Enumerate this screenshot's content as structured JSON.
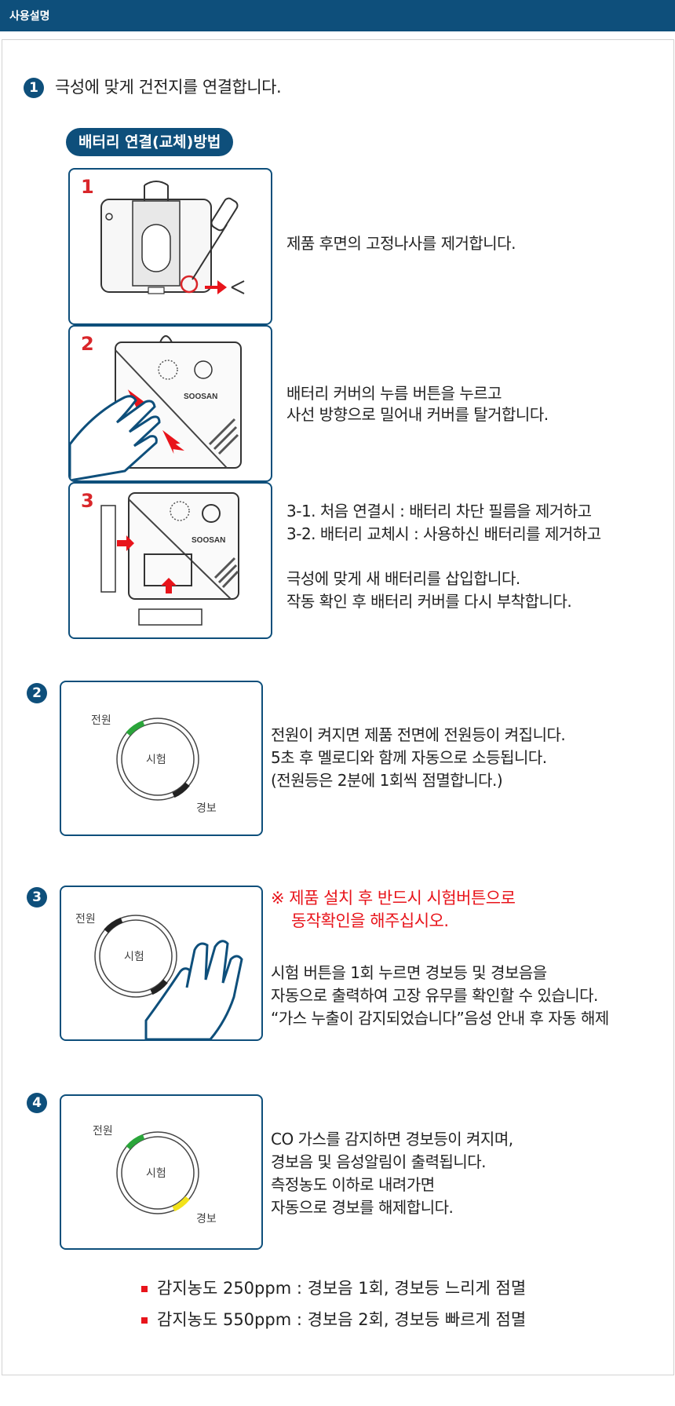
{
  "header": {
    "title": "사용설명"
  },
  "steps": [
    {
      "num": "1",
      "text": "극성에 맞게 건전지를 연결합니다."
    },
    {
      "num": "2",
      "lines": [
        "전원이 켜지면 제품 전면에 전원등이 켜집니다.",
        "5초 후 멜로디와 함께 자동으로 소등됩니다.",
        "(전원등은 2분에 1회씩 점멸합니다.)"
      ]
    },
    {
      "num": "3",
      "warning": [
        "※ 제품 설치 후 반드시 시험버튼으로",
        "동작확인을 해주십시오."
      ],
      "lines": [
        "시험 버튼을 1회 누르면 경보등 및 경보음을",
        "자동으로 출력하여 고장 유무를 확인할 수 있습니다.",
        "“가스 누출이 감지되었습니다”음성 안내 후 자동 해제"
      ]
    },
    {
      "num": "4",
      "lines": [
        "CO 가스를 감지하면 경보등이 켜지며,",
        "경보음 및 음성알림이 출력됩니다.",
        "측정농도 이하로 내려가면",
        "자동으로 경보를 해제합니다."
      ]
    }
  ],
  "battery": {
    "title": "배터리 연결(교체)방법",
    "sub_steps": [
      {
        "num": "1",
        "lines": [
          "제품 후면의 고정나사를 제거합니다."
        ]
      },
      {
        "num": "2",
        "lines": [
          "배터리 커버의 누름 버튼을 누르고",
          "사선 방향으로 밀어내 커버를 탈거합니다."
        ]
      },
      {
        "num": "3",
        "lines": [
          "3-1. 처음 연결시 : 배터리 차단 필름을 제거하고",
          "3-2. 배터리 교체시 : 사용하신 배터리를 제거하고",
          "",
          "극성에 맞게 새 배터리를 삽입합니다.",
          "작동 확인 후 배터리 커버를 다시 부착합니다."
        ]
      }
    ],
    "brand": "SOOSAN"
  },
  "ring": {
    "power": "전원",
    "test": "시험",
    "alarm": "경보"
  },
  "bullets": [
    "감지농도 250ppm : 경보음 1회, 경보등 느리게 점멸",
    "감지농도 550ppm : 경보음 2회, 경보등 빠르게 점멸"
  ],
  "colors": {
    "navy": "#0e4f7b",
    "red": "#e8141b",
    "green": "#2aa53a",
    "yellow": "#f2e21a"
  }
}
